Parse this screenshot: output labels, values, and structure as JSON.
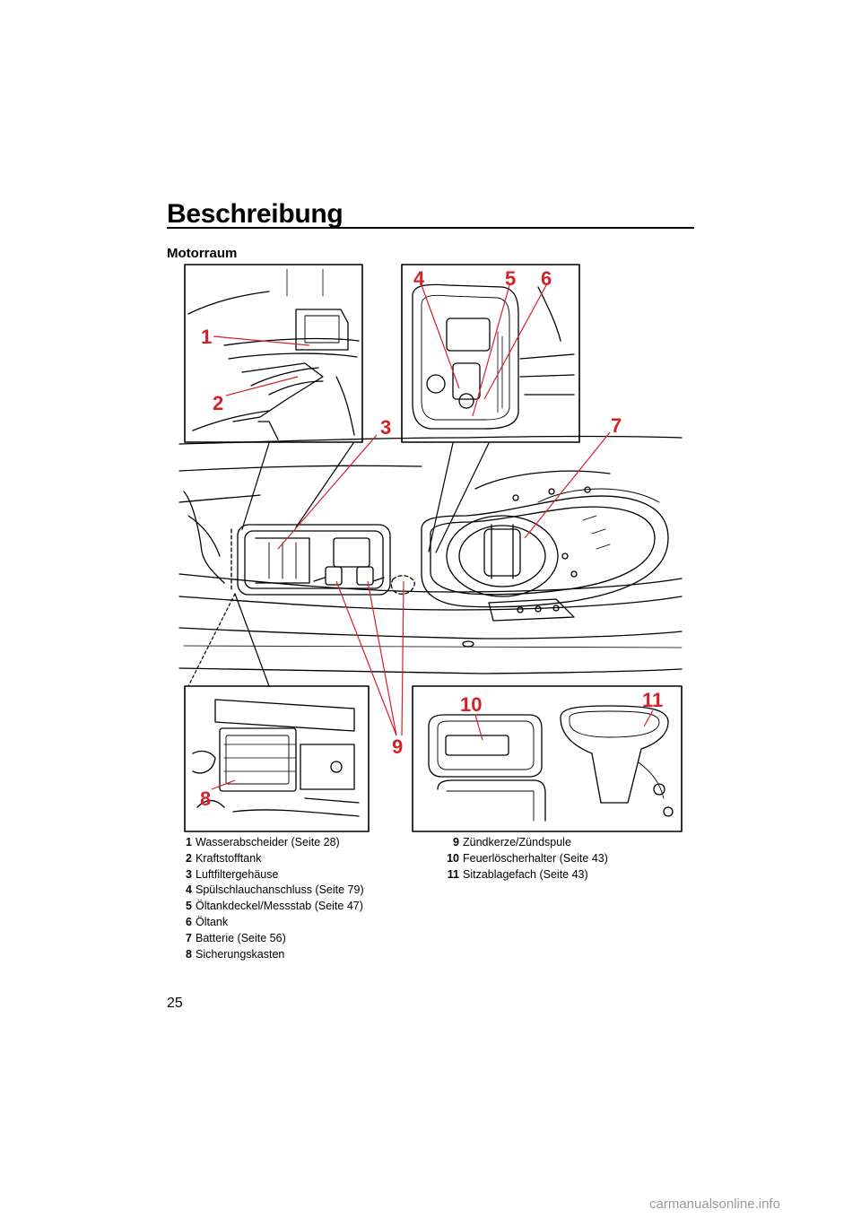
{
  "header": {
    "title": "Beschreibung"
  },
  "section": {
    "heading": "Motorraum"
  },
  "figure": {
    "callouts": [
      "1",
      "2",
      "3",
      "4",
      "5",
      "6",
      "7",
      "8",
      "9",
      "10",
      "11"
    ]
  },
  "legend": {
    "left": [
      {
        "num": "1",
        "text": "Wasserabscheider (Seite 28)"
      },
      {
        "num": "2",
        "text": "Kraftstofftank"
      },
      {
        "num": "3",
        "text": "Luftfiltergehäuse"
      },
      {
        "num": "4",
        "text": "Spülschlauchanschluss (Seite 79)"
      },
      {
        "num": "5",
        "text": "Öltankdeckel/Messstab (Seite 47)"
      },
      {
        "num": "6",
        "text": "Öltank"
      },
      {
        "num": "7",
        "text": "Batterie (Seite 56)"
      },
      {
        "num": "8",
        "text": "Sicherungskasten"
      }
    ],
    "right": [
      {
        "num": "9",
        "text": "Zündkerze/Zündspule"
      },
      {
        "num": "10",
        "text": "Feuerlöscherhalter (Seite 43)"
      },
      {
        "num": "11",
        "text": "Sitzablagefach (Seite 43)"
      }
    ]
  },
  "footer": {
    "page_number": "25",
    "watermark": "carmanualsonline.info"
  },
  "colors": {
    "callout": "#d42027",
    "text": "#000000",
    "watermark": "#9a9a9a"
  }
}
